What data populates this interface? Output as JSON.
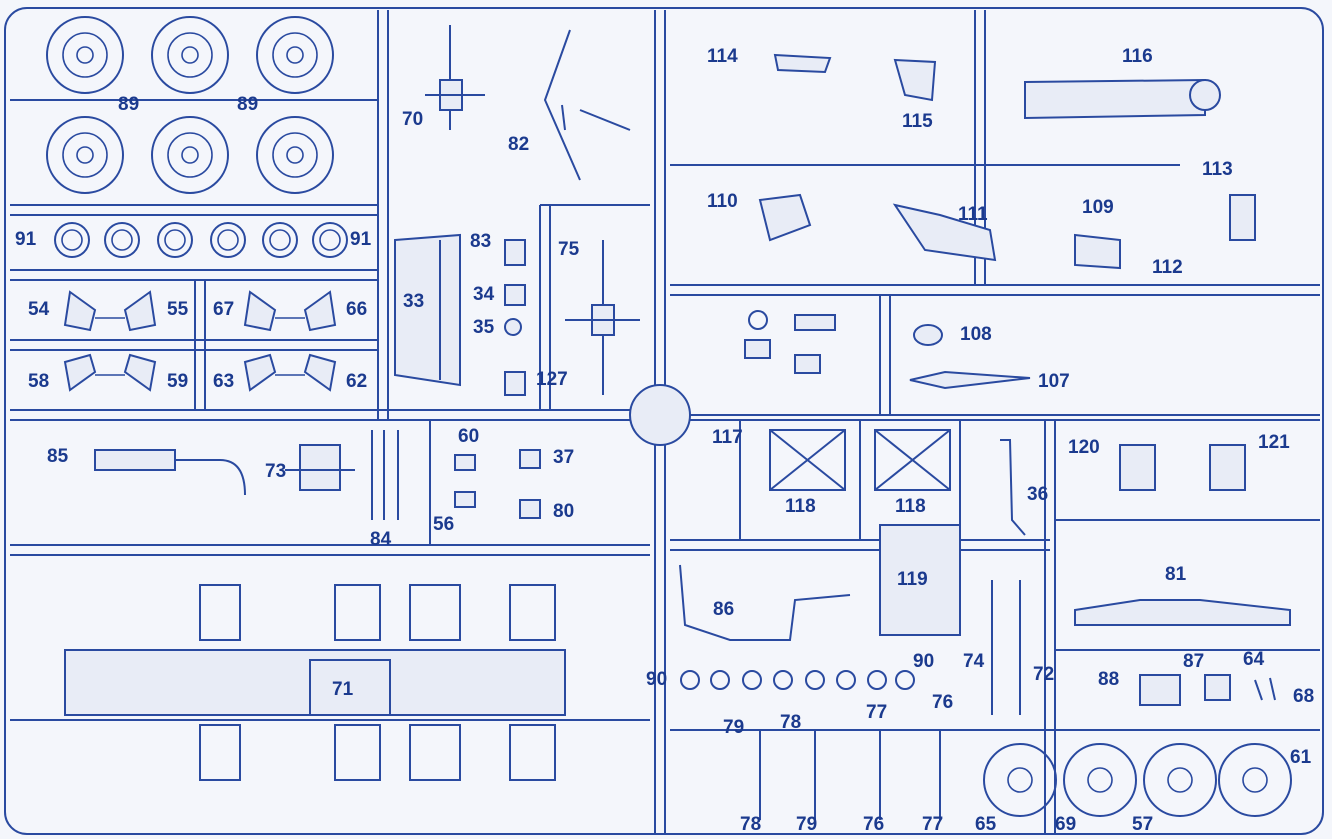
{
  "part_numbers": {
    "p89a": "89",
    "p89b": "89",
    "p70": "70",
    "p82": "82",
    "p114": "114",
    "p115": "115",
    "p116": "116",
    "p113": "113",
    "p91a": "91",
    "p91b": "91",
    "p110": "110",
    "p111": "111",
    "p109": "109",
    "p112": "112",
    "p83": "83",
    "p75": "75",
    "p34": "34",
    "p35": "35",
    "p33": "33",
    "p127": "127",
    "p54": "54",
    "p55": "55",
    "p67": "67",
    "p66": "66",
    "p58": "58",
    "p59": "59",
    "p63": "63",
    "p62": "62",
    "p108": "108",
    "p107": "107",
    "p117": "117",
    "p118a": "118",
    "p118b": "118",
    "p36": "36",
    "p120": "120",
    "p121": "121",
    "p60": "60",
    "p37": "37",
    "p85": "85",
    "p73": "73",
    "p56": "56",
    "p80": "80",
    "p84": "84",
    "p119": "119",
    "p81": "81",
    "p86": "86",
    "p71": "71",
    "p90a": "90",
    "p90b": "90",
    "p74": "74",
    "p72": "72",
    "p87": "87",
    "p64": "64",
    "p88": "88",
    "p68": "68",
    "p77a": "77",
    "p76a": "76",
    "p79a": "79",
    "p78a": "78",
    "p61": "61",
    "p78b": "78",
    "p79b": "79",
    "p76b": "76",
    "p77b": "77",
    "p65": "65",
    "p69": "69",
    "p57": "57"
  },
  "colors": {
    "ink": "#1b3a8e",
    "line": "#2a4aa0",
    "paper": "#f4f6fb"
  }
}
